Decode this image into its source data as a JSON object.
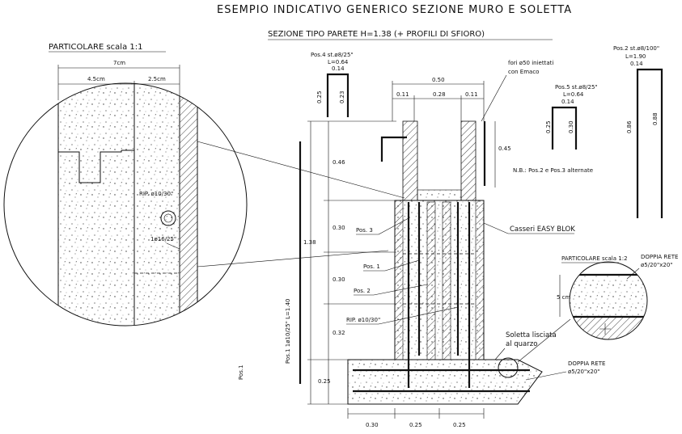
{
  "title": "ESEMPIO INDICATIVO GENERICO SEZIONE MURO E SOLETTA",
  "subtitle": "SEZIONE TIPO PARETE H=1.38 (+ PROFILI DI SFIORO)",
  "detail_left": {
    "title": "PARTICOLARE scala 1:1",
    "dim_total": "7cm",
    "dim_a": "4.5cm",
    "dim_b": "2.5cm",
    "label_rip": "RIP. ø10/30\"",
    "label_1f": "1ø16/25\""
  },
  "pos4": {
    "name": "Pos.4 st.ø8/25\"",
    "length": "L=0.64",
    "dim_top": "0.14",
    "dim_l": "0.25",
    "dim_r": "0.23"
  },
  "pos5": {
    "name": "Pos.5 st.ø8/25\"",
    "length": "L=0.64",
    "dim_top": "0.14",
    "dim_l": "0.25",
    "dim_r": "0.30"
  },
  "pos2": {
    "name": "Pos.2 st.ø8/100\"",
    "length": "L=1.90",
    "dim_top": "0.14",
    "dim_l": "0.86",
    "dim_r": "0.88"
  },
  "pos1": {
    "left_label": "Pos.1",
    "bar_label": "Pos.1 1ø10/25\" L=1.40",
    "height": "1.40"
  },
  "note": "N.B.: Pos.2 e Pos.3 alternate",
  "top_dims": {
    "total": "0.50",
    "a": "0.11",
    "b": "0.28",
    "c": "0.11"
  },
  "vert_dims": {
    "total": "1.38",
    "d1": "0.46",
    "d2": "0.30",
    "d3": "0.30",
    "d4": "0.32",
    "d5": "0.25",
    "side": "0.45"
  },
  "bottom_dims": {
    "a": "0.30",
    "b": "0.25",
    "c": "0.25"
  },
  "callouts": {
    "fori": "fori ø50 iniettati",
    "fori2": "con Emaco",
    "pos3": "Pos. 3",
    "pos1": "Pos. 1",
    "pos2": "Pos. 2",
    "rip": "RIP. ø10/30\"",
    "casseri": "Casseri EASY BLOK",
    "soletta1": "Soletta lisciata",
    "soletta2": "al quarzo",
    "rete1": "DOPPIA RETE",
    "rete2": "ø5/20\"x20\""
  },
  "detail_right": {
    "title": "PARTICOLARE scala 1:2",
    "rete1": "DOPPIA RETE",
    "rete2": "ø5/20\"x20\"",
    "dim": "5 cm"
  }
}
